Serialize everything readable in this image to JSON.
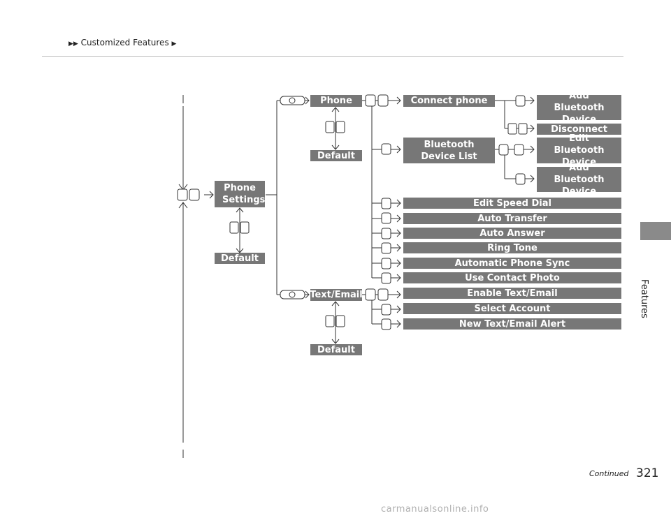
{
  "header": {
    "breadcrumb": "Customized Features",
    "breadcrumb_arrows": "▶▶"
  },
  "sidebar": {
    "section_label": "Features"
  },
  "footer": {
    "continued": "Continued",
    "page_number": "321"
  },
  "watermark": "carmanualsonline.info",
  "diagram": {
    "root": {
      "label": "Phone Settings",
      "default": "Default"
    },
    "phone": {
      "label": "Phone",
      "default": "Default",
      "connect_phone": "Connect phone",
      "connect_children": [
        "Add Bluetooth Device",
        "Disconnect"
      ],
      "bluetooth_device_list": "Bluetooth Device List",
      "bluetooth_children": [
        "Edit Bluetooth Device",
        "Add Bluetooth Device"
      ],
      "items": [
        "Edit Speed Dial",
        "Auto Transfer",
        "Auto Answer",
        "Ring Tone",
        "Automatic Phone Sync",
        "Use Contact Photo"
      ]
    },
    "text_email": {
      "label": "Text/Email",
      "default": "Default",
      "items": [
        "Enable Text/Email",
        "Select Account",
        "New Text/Email Alert"
      ]
    }
  },
  "colors": {
    "box_fill": "#777777",
    "line": "#333333"
  }
}
